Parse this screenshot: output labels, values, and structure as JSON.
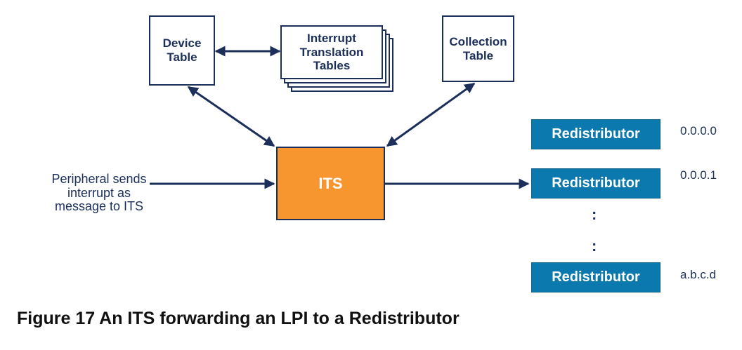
{
  "colors": {
    "stroke": "#1b2f5a",
    "its_fill": "#f7962e",
    "redistributor_fill": "#0b79ad"
  },
  "device_table": {
    "label": "Device\nTable"
  },
  "itt": {
    "label": "Interrupt\nTranslation\nTables"
  },
  "collection_table": {
    "label": "Collection\nTable"
  },
  "its": {
    "label": "ITS"
  },
  "source": {
    "label": "Peripheral sends\ninterrupt as\nmessage to ITS"
  },
  "redistributors": [
    {
      "label": "Redistributor",
      "address": "0.0.0.0"
    },
    {
      "label": "Redistributor",
      "address": "0.0.0.1"
    },
    {
      "label": "Redistributor",
      "address": "a.b.c.d"
    }
  ],
  "ellipsis": [
    ":",
    ":"
  ],
  "caption": "Figure 17 An ITS forwarding an LPI to a Redistributor"
}
